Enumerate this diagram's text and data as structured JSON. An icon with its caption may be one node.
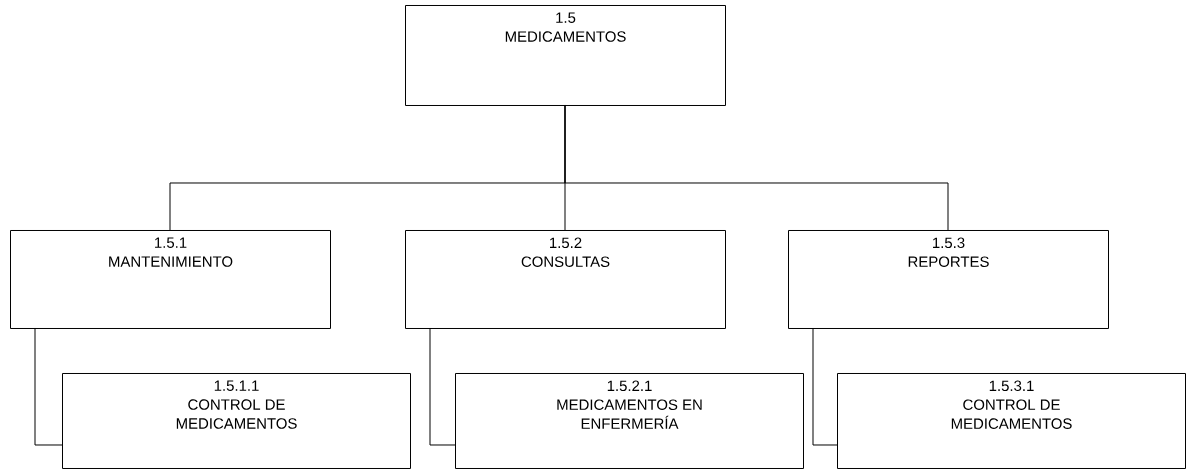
{
  "diagram": {
    "nodes": [
      {
        "text": [
          "1.5",
          "MEDICAMENTOS"
        ]
      },
      {
        "text": [
          "1.5.1",
          "MANTENIMIENTO"
        ]
      },
      {
        "text": [
          "1.5.2",
          "CONSULTAS"
        ]
      },
      {
        "text": [
          "1.5.3",
          "REPORTES"
        ]
      },
      {
        "text": [
          "1.5.1.1",
          "CONTROL DE MEDICAMENTOS"
        ]
      },
      {
        "text": [
          "1.5.2.1",
          "MEDICAMENTOS EN ENFERMERÍA"
        ]
      },
      {
        "text": [
          "1.5.3.1",
          "CONTROL DE MEDICAMENTOS"
        ]
      }
    ],
    "edges": [
      {
        "from": 0,
        "to": 1,
        "arrow": "none"
      },
      {
        "from": 0,
        "to": 2,
        "arrow": "none"
      },
      {
        "from": 0,
        "to": 3,
        "arrow": "none"
      },
      {
        "from": 1,
        "to": 4,
        "arrow": "none"
      },
      {
        "from": 2,
        "to": 5,
        "arrow": "none"
      },
      {
        "from": 3,
        "to": 6,
        "arrow": "none"
      }
    ]
  }
}
